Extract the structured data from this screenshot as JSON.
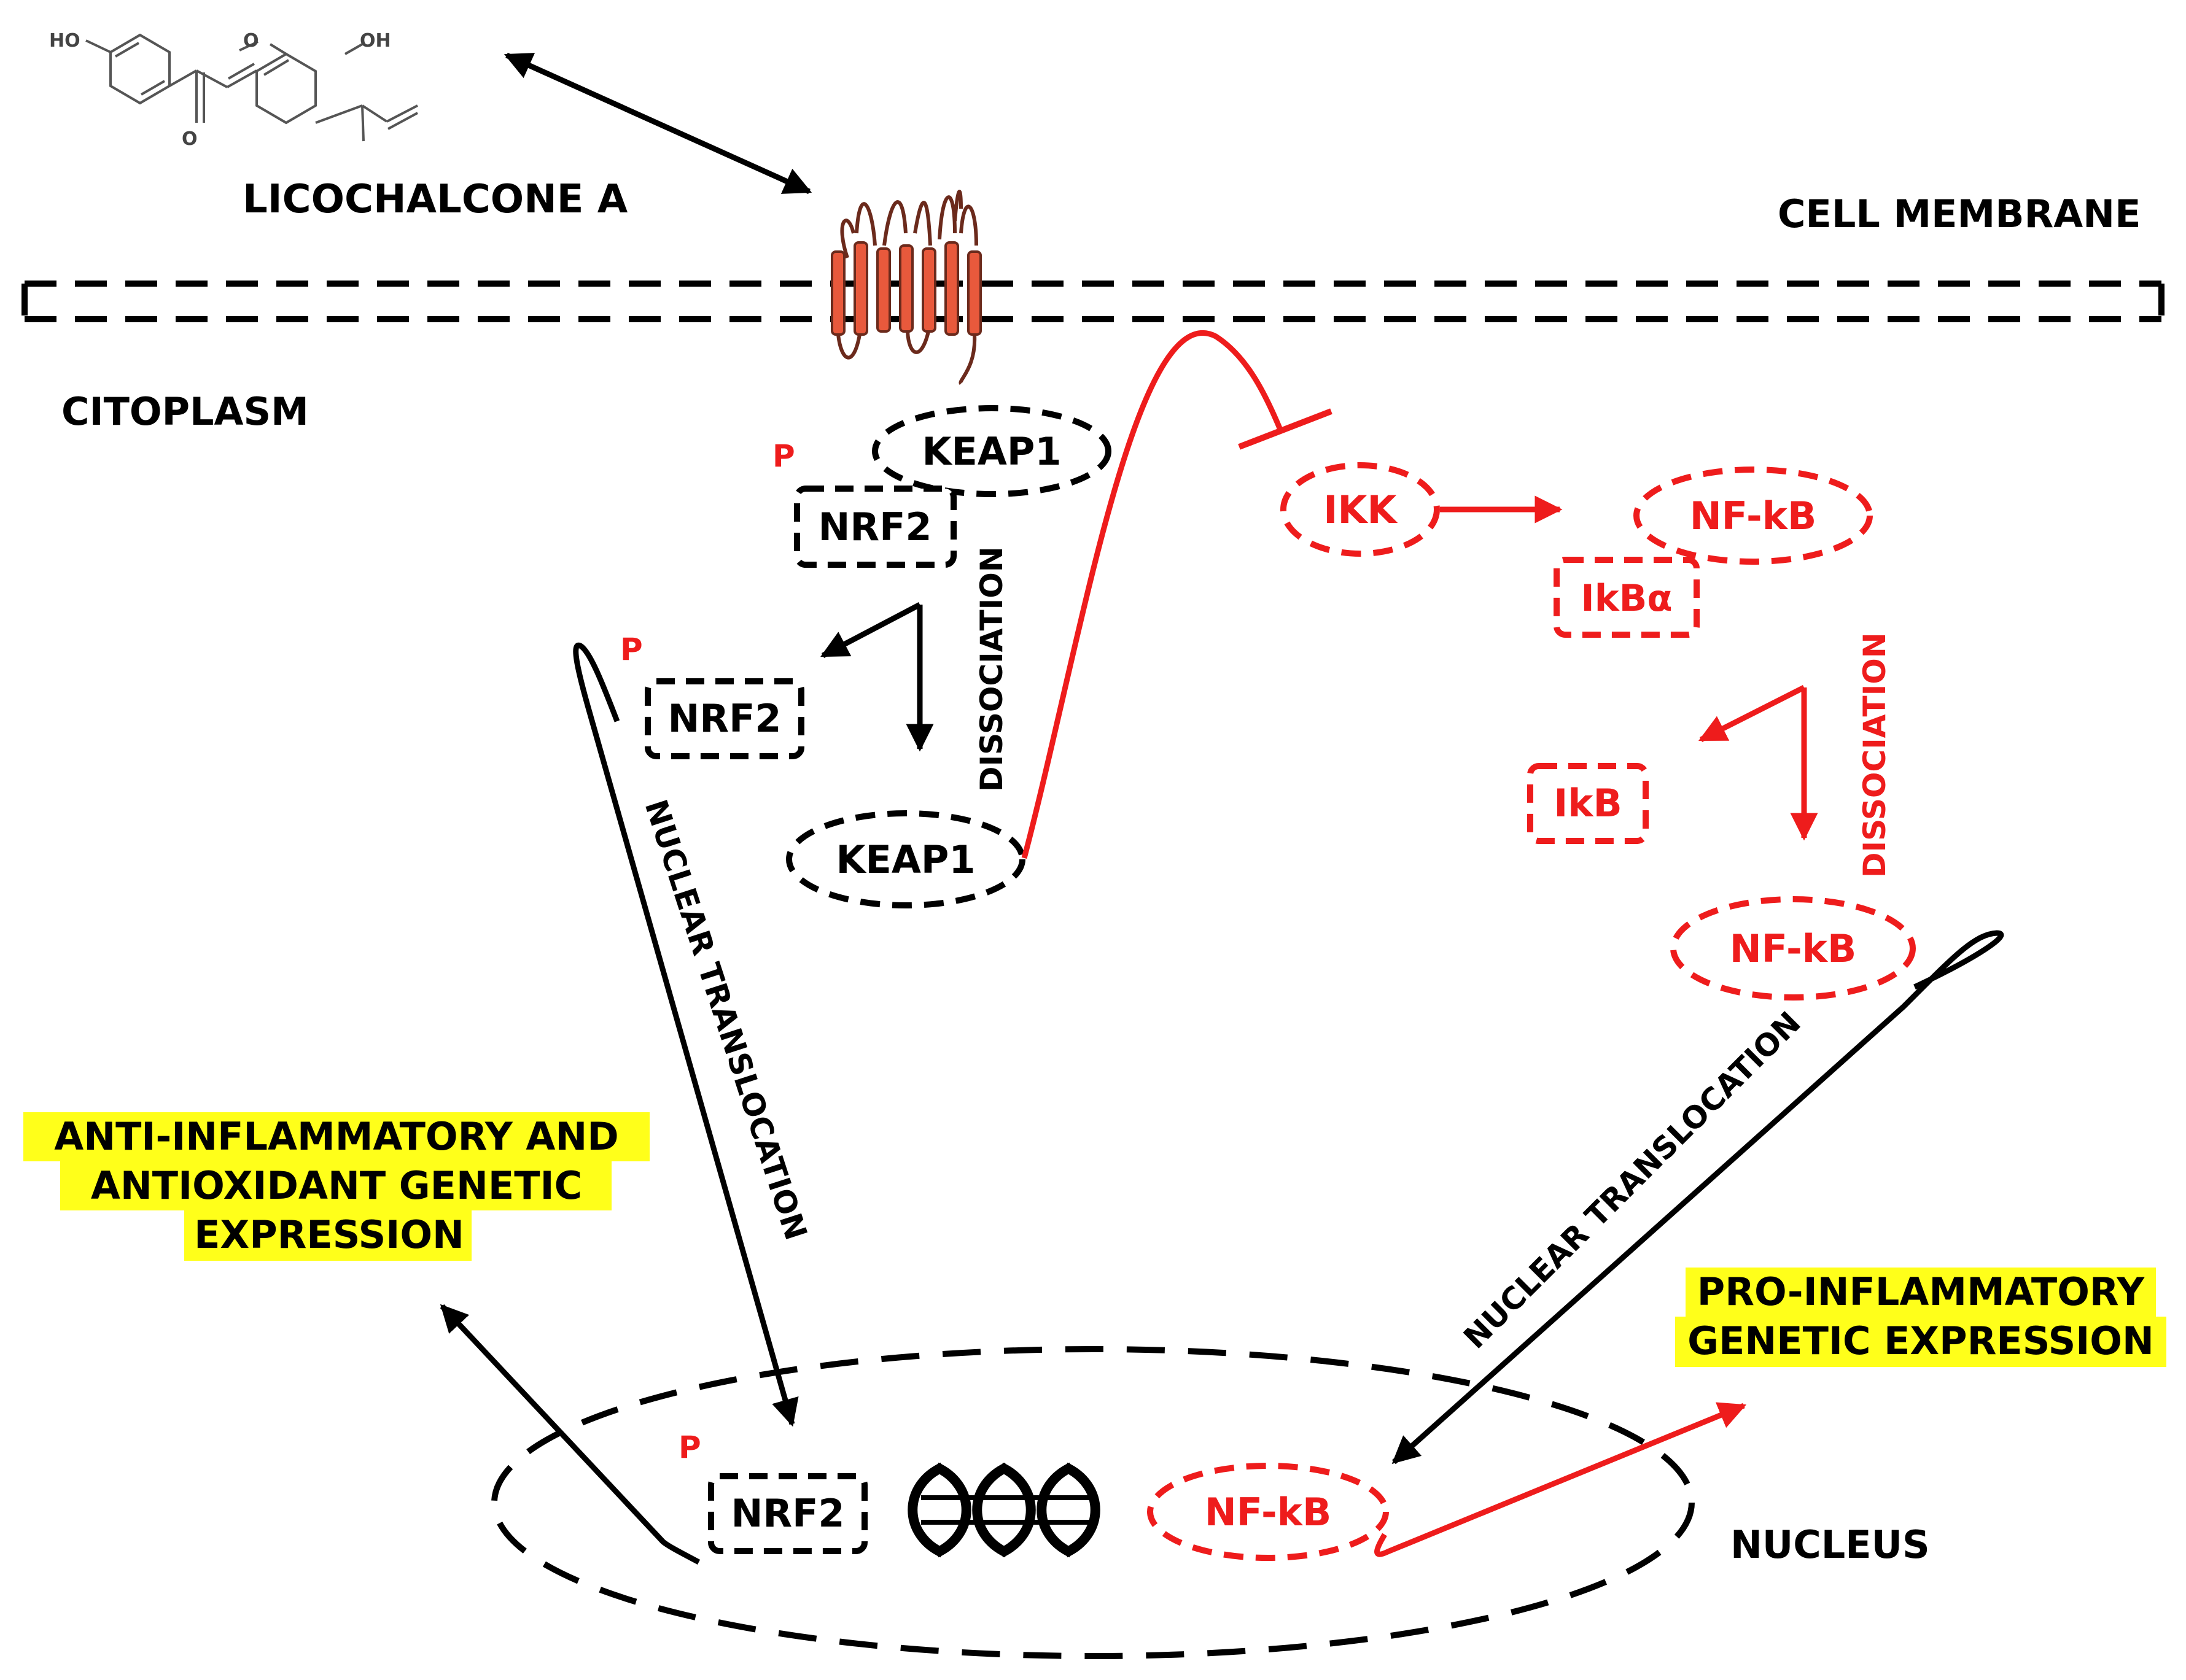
{
  "colors": {
    "black": "#000000",
    "red": "#ee1c1c",
    "receptor": "#e8593c",
    "highlight": "#ffff1a"
  },
  "molecule": {
    "name": "LICOCHALCONE A",
    "oh_left": "HO",
    "oh_right": "OH",
    "carbonyl": "O",
    "methoxy": "O"
  },
  "compartments": {
    "membrane": "CELL MEMBRANE",
    "cytoplasm": "CITOPLASM",
    "nucleus": "NUCLEUS"
  },
  "nrf2_pathway": {
    "p_mark": "P",
    "keap1_complex": "KEAP1",
    "nrf2_complex": "NRF2",
    "dissociation": "DISSOCIATION",
    "nrf2_free": "NRF2",
    "keap1_free": "KEAP1",
    "translocation": "NUCLEAR TRANSLOCATION",
    "nrf2_nucleus": "NRF2"
  },
  "nfkb_pathway": {
    "ikk": "IKK",
    "nfkb_complex": "NF-kB",
    "ikba": "IkBα",
    "dissociation": "DISSOCIATION",
    "ikb": "IkB",
    "nfkb_free": "NF-kB",
    "translocation": "NUCLEAR TRANSLOCATION",
    "nfkb_nucleus": "NF-kB"
  },
  "outcomes": {
    "anti": [
      "ANTI-INFLAMMATORY AND",
      "ANTIOXIDANT GENETIC",
      "EXPRESSION"
    ],
    "pro": [
      "PRO-INFLAMMATORY",
      "GENETIC EXPRESSION"
    ]
  },
  "icons": [
    "dna-icon",
    "receptor-icon",
    "chemical-structure-icon"
  ]
}
